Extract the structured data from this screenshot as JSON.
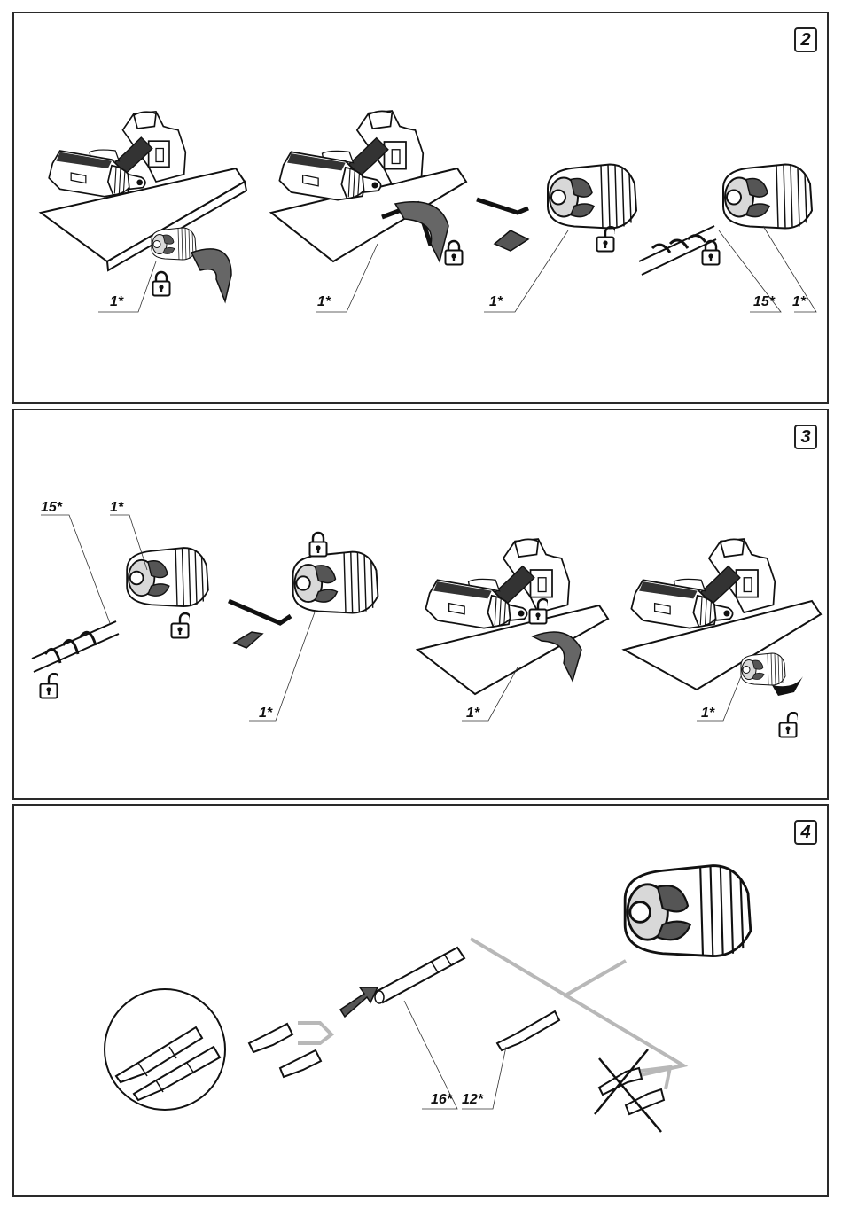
{
  "panels": [
    {
      "number": "2",
      "labels": [
        "1*",
        "1*",
        "1*",
        "15*",
        "1*"
      ]
    },
    {
      "number": "3",
      "labels": [
        "15*",
        "1*",
        "1*",
        "1*",
        "1*"
      ]
    },
    {
      "number": "4",
      "labels": [
        "16*",
        "12*"
      ]
    }
  ],
  "icons": [
    "lock-icon",
    "unlock-icon",
    "rotate-arrow-icon",
    "push-arrow-icon",
    "hex-key-icon",
    "cross-out-icon"
  ]
}
